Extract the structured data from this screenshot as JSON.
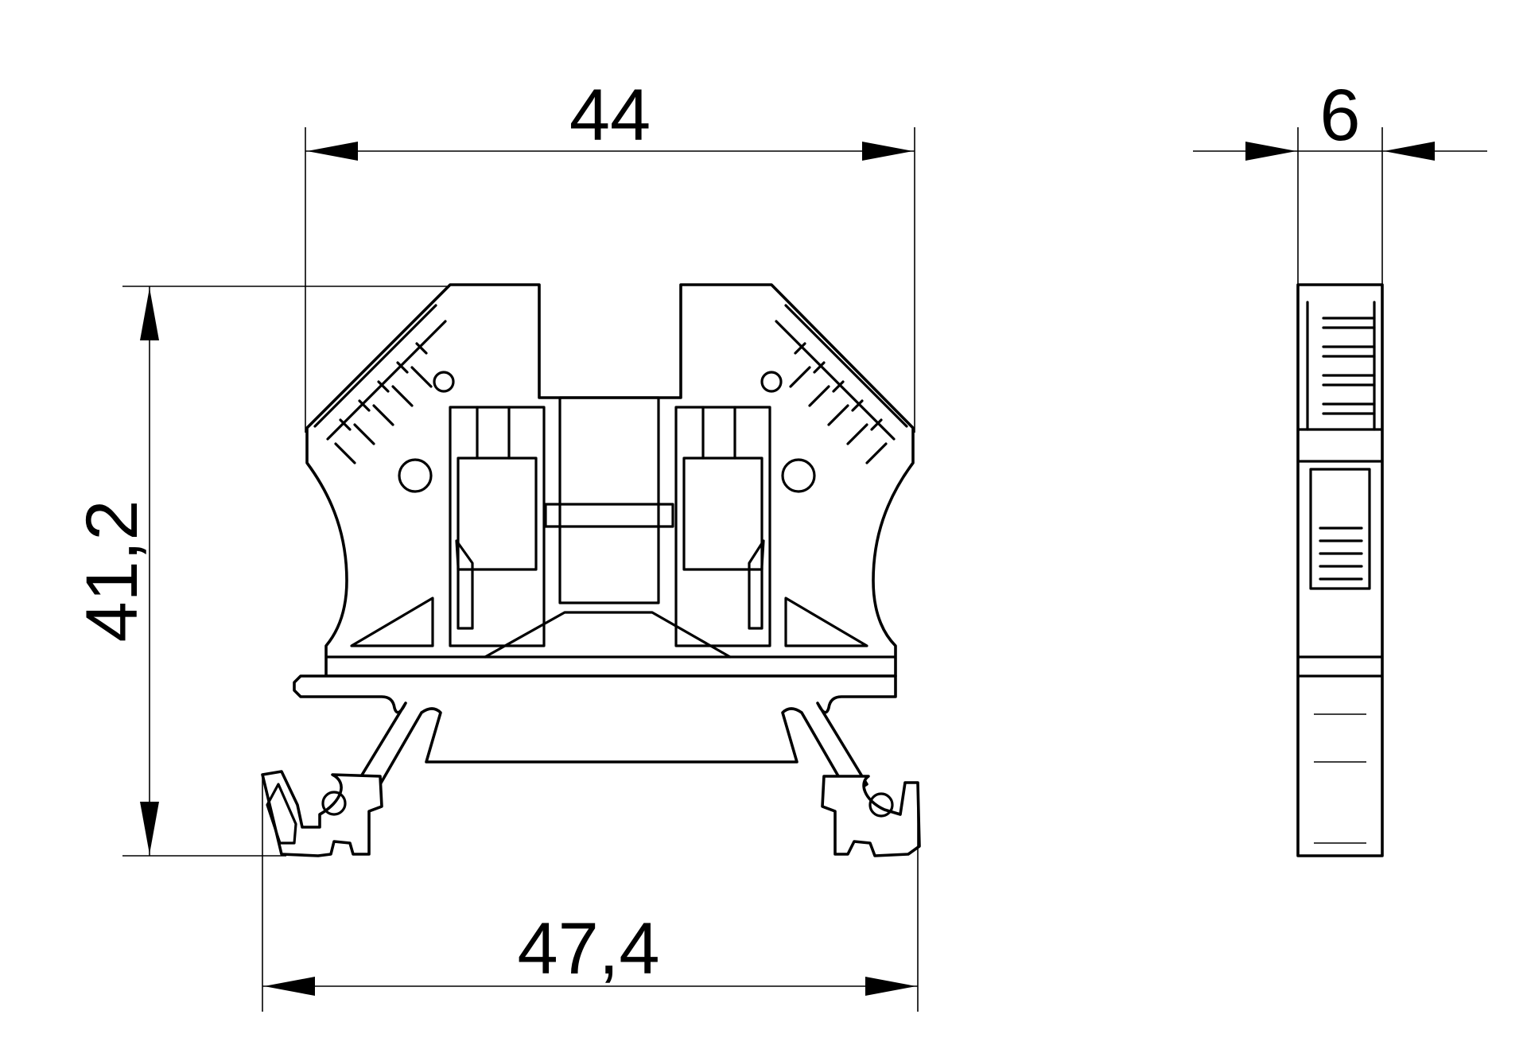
{
  "drawing": {
    "title": "",
    "units": "mm"
  },
  "dimensions": {
    "width_top": "44",
    "width_side": "6",
    "height": "41,2",
    "width_bottom": "47,4"
  },
  "colors": {
    "line": "#000000",
    "background": "#ffffff"
  }
}
